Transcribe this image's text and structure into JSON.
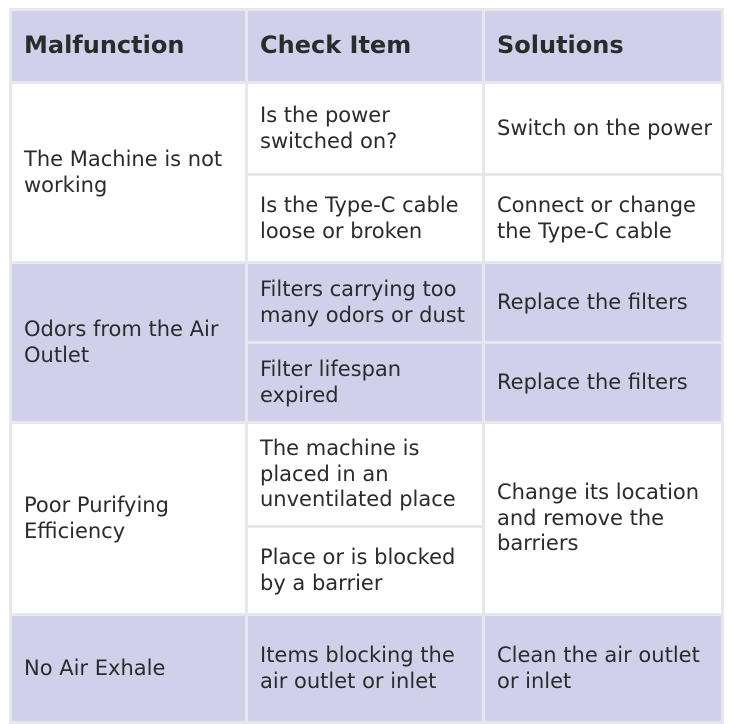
{
  "headers": {
    "malfunction": "Malfunction",
    "check_item": "Check Item",
    "solutions": "Solutions"
  },
  "rows": [
    {
      "malfunction": "The Machine is not working",
      "checks": [
        {
          "check": "Is the power switched on?",
          "solution": "Switch on the power"
        },
        {
          "check": "Is the Type-C cable loose or broken",
          "solution": "Connect or change the Type-C cable"
        }
      ]
    },
    {
      "malfunction": "Odors from the Air Outlet",
      "checks": [
        {
          "check": "Filters carrying too many odors or dust",
          "solution": "Replace the filters"
        },
        {
          "check": "Filter lifespan expired",
          "solution": "Replace the filters"
        }
      ]
    },
    {
      "malfunction": "Poor Purifying Efficiency",
      "checks": [
        {
          "check": "The machine is placed in an unventilated place"
        },
        {
          "check": "Place or is blocked by a barrier"
        }
      ],
      "solution": "Change its location and remove the barriers"
    },
    {
      "malfunction": "No Air Exhale",
      "checks": [
        {
          "check": "Items blocking the air outlet or inlet",
          "solution": "Clean the air outlet or inlet"
        }
      ]
    }
  ]
}
